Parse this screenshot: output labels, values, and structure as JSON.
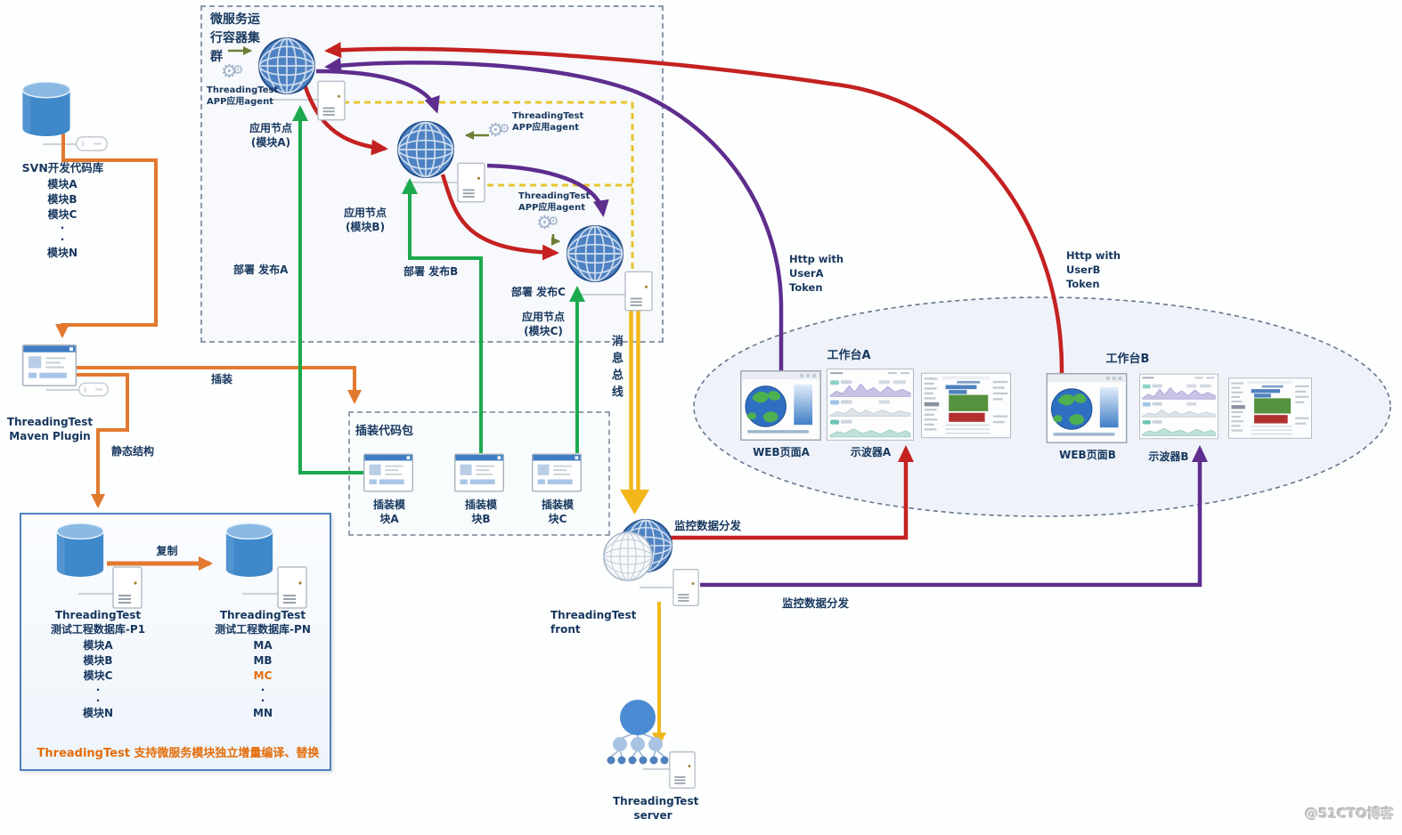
{
  "watermark": "@51CTO博客",
  "colors": {
    "navy": "#17375e",
    "orange": "#e2792f",
    "green": "#1ca94e",
    "red": "#c42121",
    "purple": "#5e2d8e",
    "gold": "#f3b71b",
    "highlight": "#e36c09"
  },
  "svn": {
    "title": "SVN开发代码库",
    "modules": [
      "模块A",
      "模块B",
      "模块C",
      "·",
      "·",
      "模块N"
    ]
  },
  "maven": {
    "lines": [
      "ThreadingTest",
      "Maven Plugin"
    ]
  },
  "edges": {
    "instrument": "插装",
    "static": "静态结构",
    "bus": "消息总线",
    "monitor": "监控数据分发",
    "deploy_a": "部署 发布A",
    "deploy_b": "部署 发布B",
    "deploy_c": "部署 发布C"
  },
  "cluster": {
    "title": [
      "微服务运",
      "行容器集",
      "群"
    ],
    "agent": [
      "ThreadingTest",
      "APP应用agent"
    ],
    "node_a": [
      "应用节点",
      "(模块A)"
    ],
    "node_b": [
      "应用节点",
      "(模块B)"
    ],
    "node_c": [
      "应用节点",
      "(模块C)"
    ]
  },
  "package": {
    "title": "插装代码包",
    "items": [
      [
        "插装模",
        "块A"
      ],
      [
        "插装模",
        "块B"
      ],
      [
        "插装模",
        "块C"
      ]
    ]
  },
  "db": {
    "copy": "复制",
    "left": {
      "title": [
        "ThreadingTest",
        "测试工程数据库-P1"
      ],
      "modules": [
        "模块A",
        "模块B",
        "模块C",
        "·",
        "·",
        "模块N"
      ]
    },
    "right": {
      "title": [
        "ThreadingTest",
        "测试工程数据库-PN"
      ],
      "modules": [
        "MA",
        "MB",
        "MC",
        "·",
        "·",
        "MN"
      ]
    },
    "note": "ThreadingTest 支持微服务模块独立增量编译、替换"
  },
  "http_a": [
    "Http with",
    "UserA",
    "Token"
  ],
  "http_b": [
    "Http with",
    "UserB",
    "Token"
  ],
  "workbench_a": {
    "title": "工作台A",
    "web": "WEB页面A",
    "scope": "示波器A"
  },
  "workbench_b": {
    "title": "工作台B",
    "web": "WEB页面B",
    "scope": "示波器B"
  },
  "front": [
    "ThreadingTest",
    "front"
  ],
  "server": [
    "ThreadingTest",
    "server"
  ]
}
